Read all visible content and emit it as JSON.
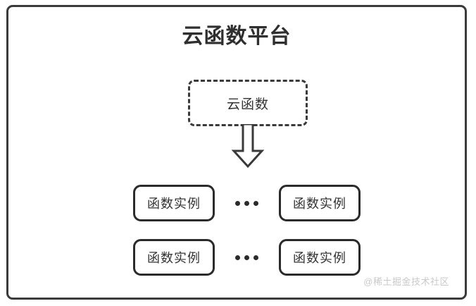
{
  "diagram": {
    "title": "云函数平台",
    "colors": {
      "border": "#3a3a3a",
      "box_border": "#2b2b2b",
      "text": "#333333",
      "title_text": "#2f2f2f",
      "background": "#ffffff",
      "watermark": "#c9c9c9"
    },
    "cloud_function": {
      "label": "云函数",
      "border_style": "dashed"
    },
    "arrow": {
      "name": "down-arrow",
      "direction": "down",
      "style": "hollow-outline"
    },
    "instance_rows": [
      {
        "left": {
          "label": "函数实例"
        },
        "separator": "•••",
        "right": {
          "label": "函数实例"
        }
      },
      {
        "left": {
          "label": "函数实例"
        },
        "separator": "•••",
        "right": {
          "label": "函数实例"
        }
      }
    ],
    "watermark": "@稀土掘金技术社区"
  }
}
